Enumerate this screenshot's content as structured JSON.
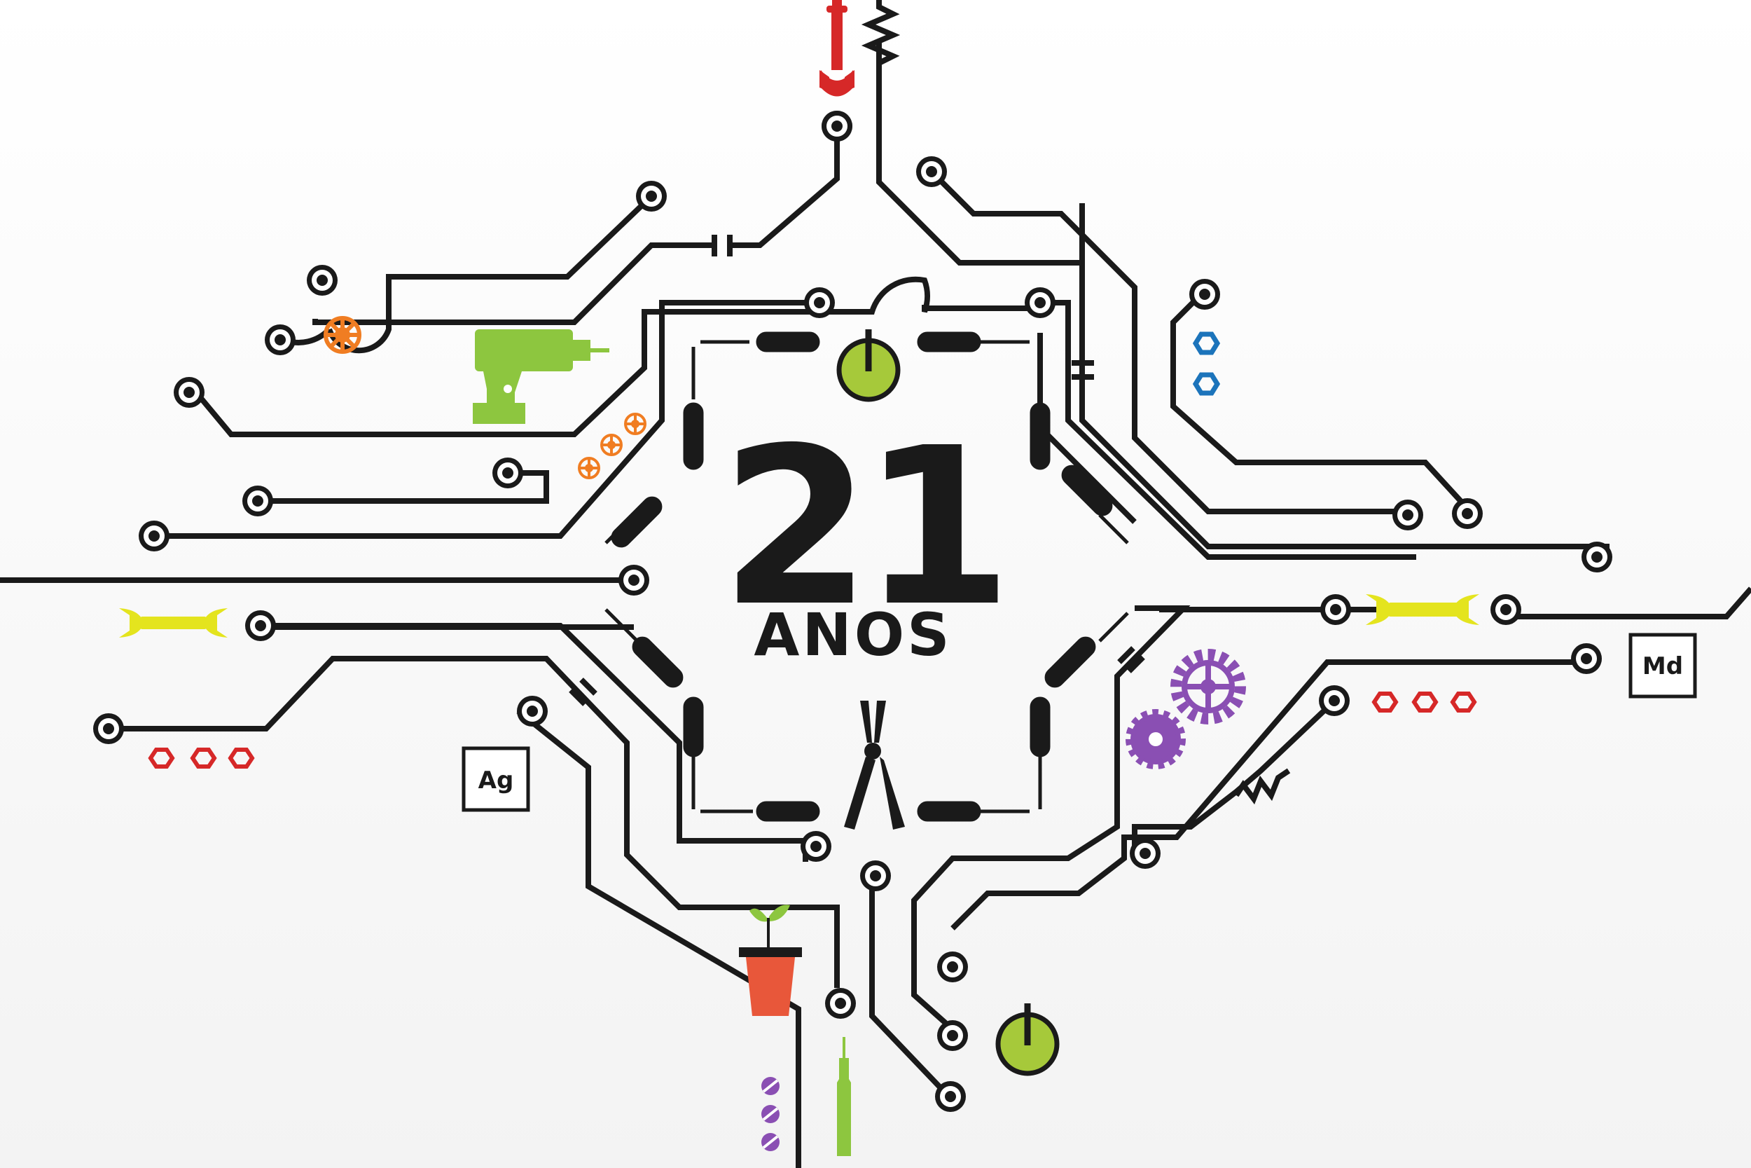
{
  "headline": {
    "number": "21",
    "word": "ANOS"
  },
  "element_boxes": [
    {
      "symbol": "Ag"
    },
    {
      "symbol": "Md"
    }
  ],
  "icons": [
    "wrench-icon",
    "resistor-icon",
    "drill-icon",
    "sprocket-icon",
    "screwdriver-icon",
    "power-button-icon",
    "pliers-icon",
    "gear-icon",
    "hex-nut-icon",
    "plant-pot-icon",
    "soldering-iron-icon",
    "screw-head-icon",
    "capacitor-icon"
  ],
  "colors": {
    "trace": "#1a1a1a",
    "red_tool": "#d62828",
    "yellow_tool": "#e4e41e",
    "green_tool": "#8dc63f",
    "lime_power": "#a6c93a",
    "orange": "#f07d22",
    "blue": "#1c74bb",
    "purple": "#8a4fb3",
    "plant_pot": "#e8573a"
  }
}
